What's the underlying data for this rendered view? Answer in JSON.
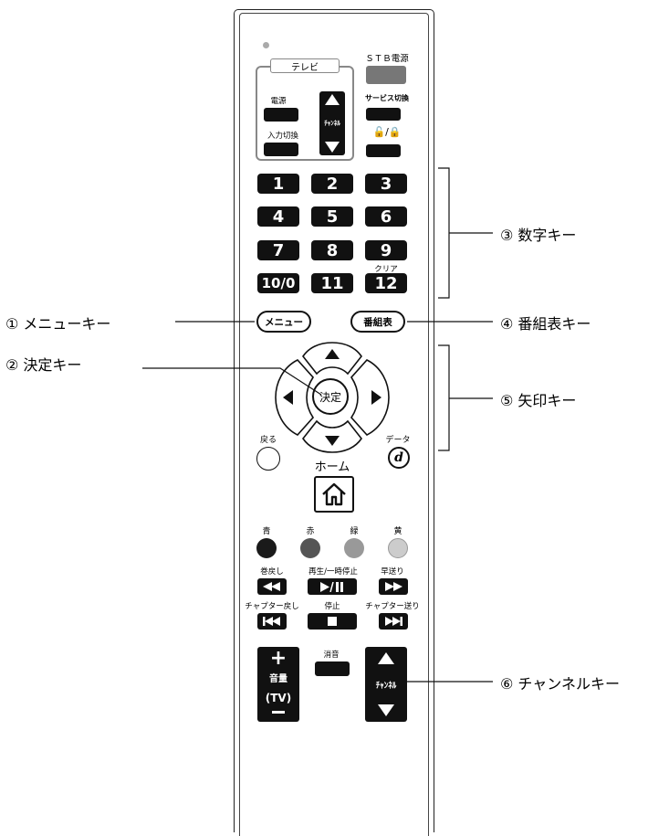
{
  "remote": {
    "stb_power_label": "ＳＴＢ電源",
    "tv_group_label": "テレビ",
    "tv_power_label": "電源",
    "tv_input_label": "入力切換",
    "tv_channel_label": "ﾁｬﾝﾈﾙ",
    "service_switch_label": "サービス切換",
    "lock_label": "🔓/🔒",
    "number_keys": [
      "1",
      "2",
      "3",
      "4",
      "5",
      "6",
      "7",
      "8",
      "9",
      "10/0",
      "11",
      "12"
    ],
    "clear_label": "クリア",
    "menu_label": "メニュー",
    "epg_label": "番組表",
    "ok_label": "決定",
    "back_label": "戻る",
    "data_label": "データ",
    "data_glyph": "d",
    "home_label": "ホーム",
    "color_labels": [
      "青",
      "赤",
      "緑",
      "黄"
    ],
    "color_values": [
      "#1a1a1a",
      "#555555",
      "#999999",
      "#cccccc"
    ],
    "rewind_label": "巻戻し",
    "play_pause_label": "再生/一時停止",
    "fast_forward_label": "早送り",
    "chapter_back_label": "チャプター戻し",
    "stop_label": "停止",
    "chapter_forward_label": "チャプター送り",
    "mute_label": "消音",
    "volume_label_line1": "音量",
    "volume_label_line2": "(TV)",
    "channel_label": "ﾁｬﾝﾈﾙ",
    "icons": [
      "up-arrow-icon",
      "down-arrow-icon",
      "left-arrow-icon",
      "right-arrow-icon",
      "home-icon",
      "rewind-icon",
      "play-pause-icon",
      "fast-forward-icon",
      "chapter-back-icon",
      "stop-icon",
      "chapter-forward-icon",
      "plus-icon",
      "minus-icon",
      "lock-icon"
    ]
  },
  "callouts": {
    "menu_key": "① メニューキー",
    "ok_key": "② 決定キー",
    "number_keys": "③ 数字キー",
    "epg_key": "④ 番組表キー",
    "arrow_keys": "⑤ 矢印キー",
    "channel_keys": "⑥ チャンネルキー"
  }
}
